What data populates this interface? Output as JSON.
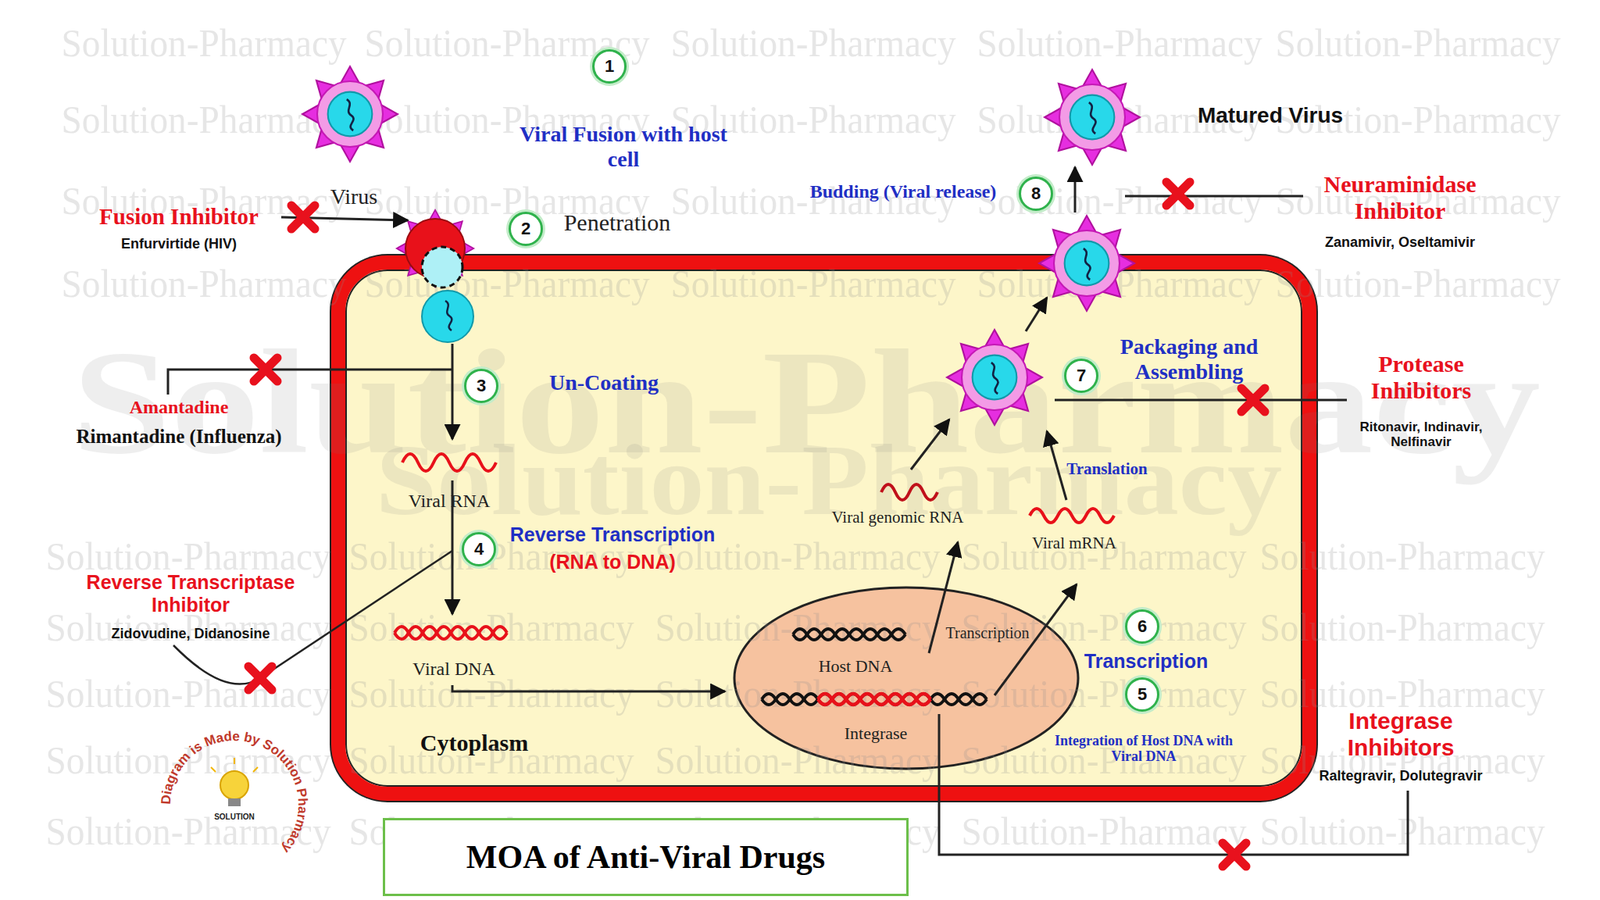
{
  "diagram": {
    "title": "MOA of Anti-Viral Drugs",
    "nodes": [
      {
        "text": [
          "Cytoplasm"
        ]
      },
      {
        "text": [
          "Host DNA",
          "Transcription",
          "Integrase"
        ],
        "in": 0
      }
    ],
    "labels": [
      "1",
      "Viral Fusion with host cell",
      "Virus",
      "Fusion Inhibitor",
      "Enfurvirtide (HIV)",
      "2",
      "Penetration",
      "Budding (Viral release)",
      "8",
      "Matured Virus",
      "Neuraminidase Inhibitor",
      "Zanamivir, Oseltamivir",
      "Amantadine",
      "Rimantadine (Influenza)",
      "3",
      "Un-Coating",
      "Viral RNA",
      "Packaging and Assembling",
      "7",
      "Protease Inhibitors",
      "Ritonavir, Indinavir, Nelfinavir",
      "Translation",
      "Viral genomic RNA",
      "Viral mRNA",
      "4",
      "Reverse Transcription",
      "(RNA to DNA)",
      "Reverse Transcriptase Inhibitor",
      "Zidovudine, Didanosine",
      "Viral DNA",
      "6",
      "Transcription",
      "5",
      "Integration of Host DNA with Viral DNA",
      "Integrase Inhibitors",
      "Raltegravir, Dolutegravir",
      "Diagram is Made by Solution Pharmacy",
      "SOLUTION",
      "Solution-Pharmacy",
      "Solution-Pharmacy",
      "Solution-Pharmacy",
      "Solution-Pharmacy",
      "Solution-Pharmacy",
      "Solution-Pharmacy",
      "Solution-Pharmacy",
      "Solution-Pharmacy",
      "Solution-Pharmacy",
      "Solution-Pharmacy",
      "Solution-Pharmacy",
      "Solution-Pharmacy",
      "Solution-Pharmacy",
      "Solution-Pharmacy",
      "Solution-Pharmacy",
      "Solution-Pharmacy",
      "Solution-Pharmacy",
      "Solution-Pharmacy",
      "Solution-Pharmacy",
      "Solution-Pharmacy",
      "Solution-Pharmacy",
      "Solution-Pharmacy",
      "Solution-Pharmacy",
      "Solution-Pharmacy",
      "Solution-Pharmacy",
      "Solution-Pharmacy",
      "Solution-Pharmacy",
      "Solution-Pharmacy",
      "Solution-Pharmacy",
      "Solution-Pharmacy",
      "Solution-Pharmacy",
      "Solution-Pharmacy",
      "Solution-Pharmacy",
      "Solution-Pharmacy",
      "Solution-Pharmacy",
      "Solution-Pharmacy",
      "Solution-Pharmacy",
      "Solution-Pharmacy",
      "Solution-Pharmacy",
      "Solution-Pharmacy",
      "Solution-Pharmacy",
      "Solution-Pharmacy",
      "Solution-Pharmacy",
      "Solution-Pharmacy",
      "Solution-Pharmacy",
      "Solution-Pharmacy",
      "Solution-Pharmacy"
    ]
  }
}
